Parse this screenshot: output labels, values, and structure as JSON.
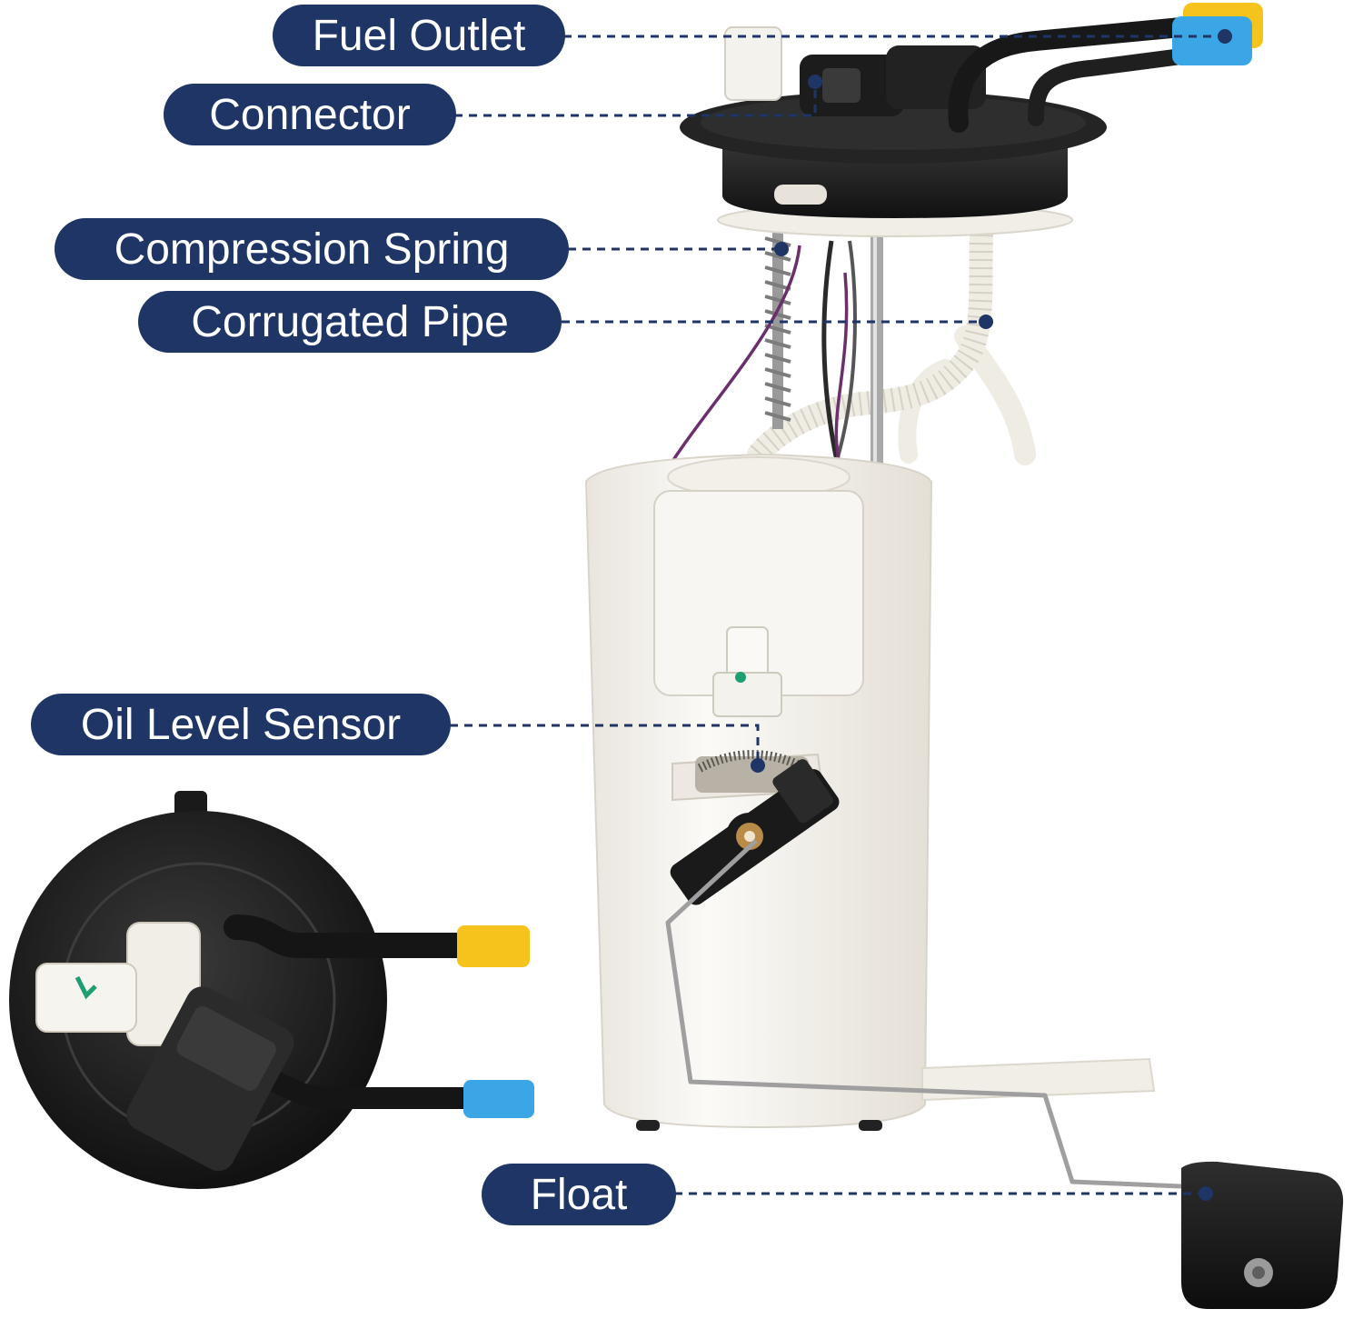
{
  "colors": {
    "label_bg": "#1f3565",
    "label_text": "#ffffff",
    "leader": "#1f3565",
    "housing": "#f7f4ef",
    "flange": "#1c1c1c",
    "yellow_cap": "#f5c31c",
    "blue_cap": "#3aa6e6",
    "wire": "#6b2f6b"
  },
  "labels": {
    "fuel_outlet": "Fuel Outlet",
    "connector": "Connector",
    "compression_spring": "Compression Spring",
    "corrugated_pipe": "Corrugated Pipe",
    "oil_level_sensor": "Oil Level Sensor",
    "float": "Float"
  }
}
